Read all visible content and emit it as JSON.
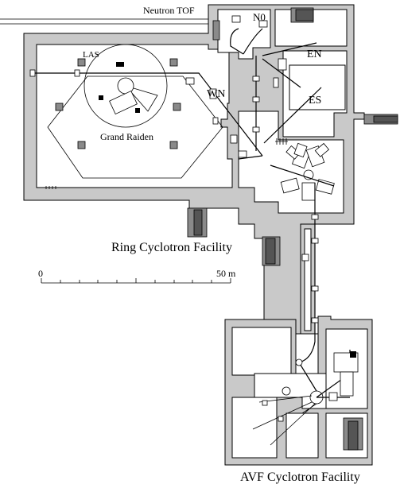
{
  "labels": {
    "neutron_tof": "Neutron TOF",
    "n0": "N0",
    "en": "EN",
    "es": "ES",
    "wn": "WN",
    "las": "LAS",
    "grand_raiden": "Grand Raiden",
    "ring_facility": "Ring Cyclotron Facility",
    "avf_facility": "AVF Cyclotron Facility"
  },
  "scale_bar": {
    "start_label": "0",
    "end_label": "50 m",
    "length_m": 50
  },
  "colors": {
    "wall": "#c9c9c9",
    "floor": "#ffffff",
    "line": "#000000"
  }
}
